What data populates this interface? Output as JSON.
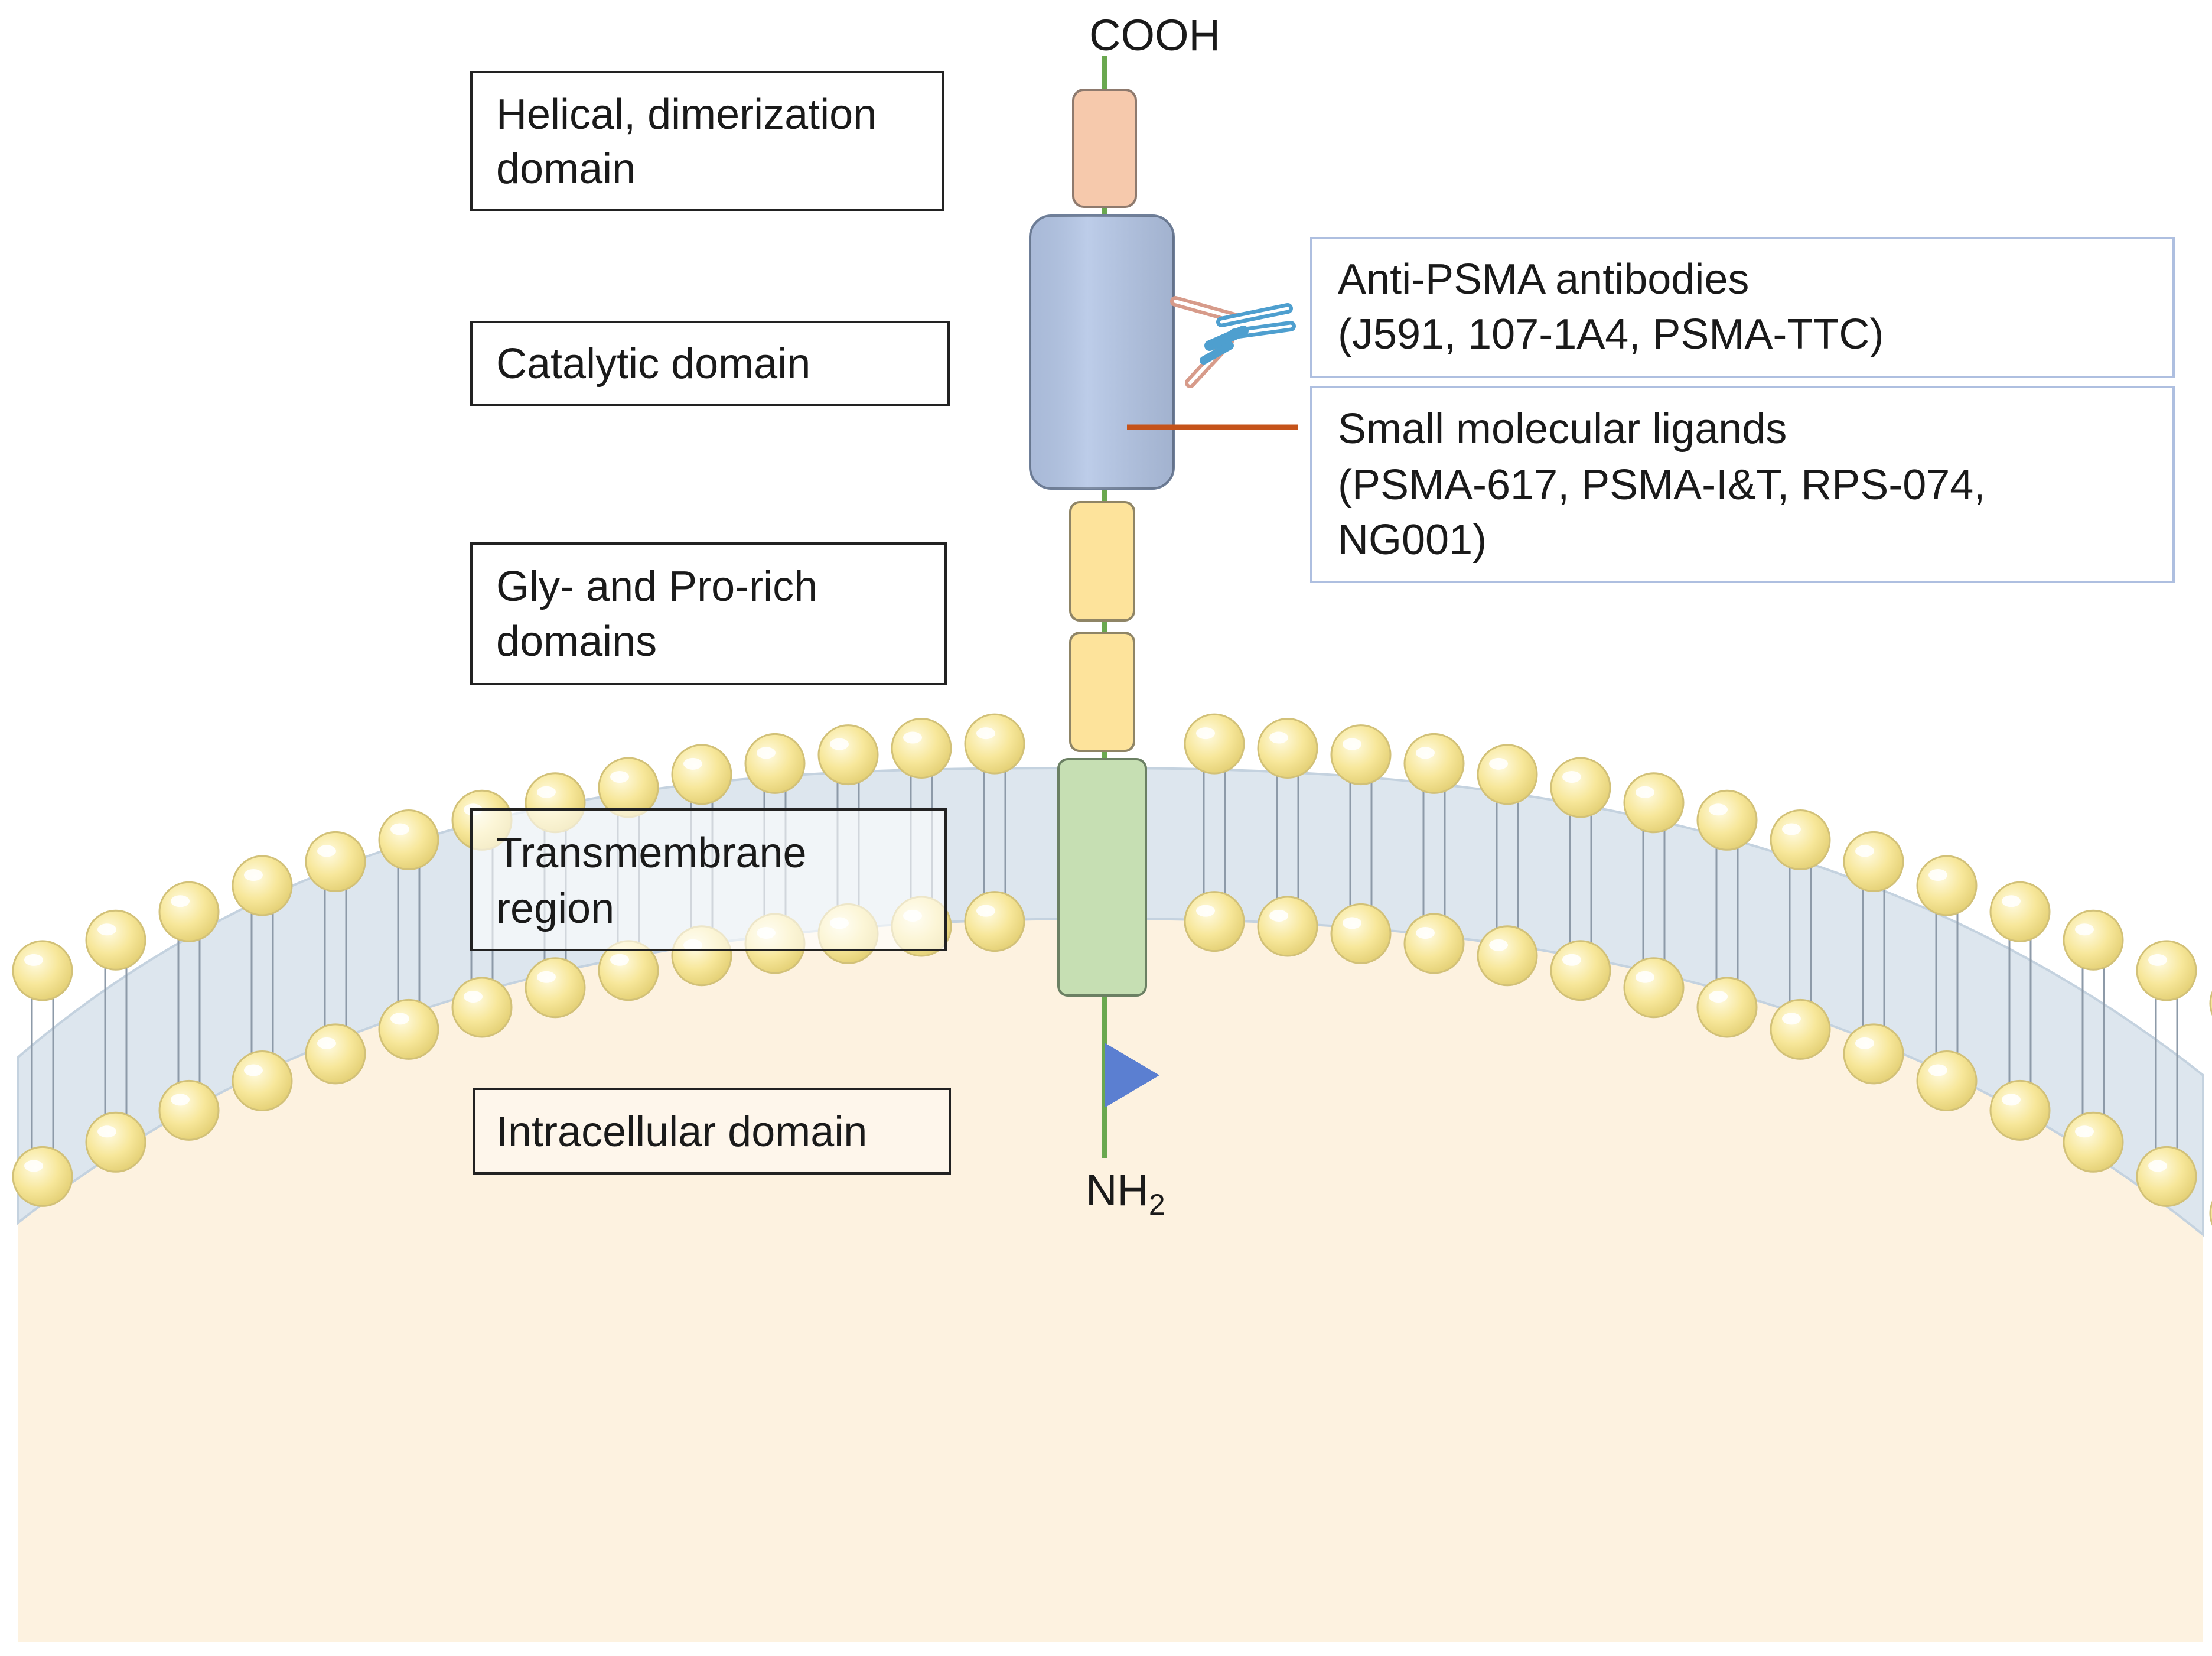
{
  "labels": {
    "terminal_top": "COOH",
    "terminal_bottom_base": "NH",
    "terminal_bottom_sub": "2",
    "helical_line1": "Helical, dimerization",
    "helical_line2": "domain",
    "catalytic": "Catalytic domain",
    "glypro_line1": "Gly-  and Pro-rich",
    "glypro_line2": "domains",
    "transmembrane_line1": "Transmembrane",
    "transmembrane_line2": "region",
    "intracellular": "Intracellular  domain",
    "antibodies_line1": "Anti-PSMA antibodies",
    "antibodies_line2": "(J591, 107-1A4, PSMA-TTC)",
    "ligands_line1": "Small molecular  ligands",
    "ligands_line2": "(PSMA-617, PSMA-I&T,  RPS-074,",
    "ligands_line3": "NG001)"
  },
  "colors": {
    "cytoplasm": "#fdf2e0",
    "bilayer_band": "#dde6ee",
    "lipid_head": "#f7e79a",
    "lipid_head_edge": "#d2c178",
    "helical_domain": "#f6c9ac",
    "catalytic_domain": "#b4c6e6",
    "glypro_domain": "#fde39b",
    "transmembrane_domain": "#c6dfb3",
    "stalk": "#6aa84f",
    "ligand": "#c5531a",
    "antibody_blue": "#4e9fcf",
    "antibody_red": "#d79b8a",
    "marker_triangle": "#5b7fd1",
    "label_border": "#222222",
    "callout_border": "#aebfe0"
  }
}
